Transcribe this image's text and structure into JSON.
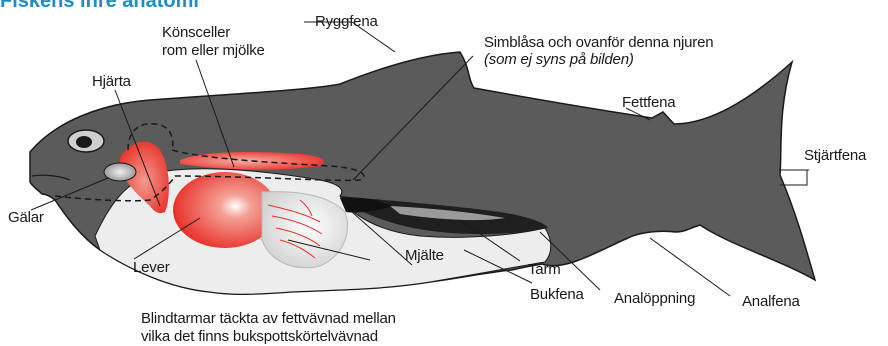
{
  "title": "Fiskens inre anatomi",
  "labels": {
    "ryggfena": "Ryggfena",
    "konsceller_1": "Könsceller",
    "konsceller_2": "rom eller mjölke",
    "simblasa_1": "Simblåsa och ovanför denna njuren",
    "simblasa_2": "(som ej syns på bilden)",
    "hjarta": "Hjärta",
    "fettfena": "Fettfena",
    "stjartfena": "Stjärtfena",
    "galar": "Gälar",
    "lever": "Lever",
    "mjalte": "Mjälte",
    "tarm": "Tarm",
    "bukfena": "Bukfena",
    "analoppning": "Analöppning",
    "analfena": "Analfena",
    "blindtarmar_1": "Blindtarmar täckta av fettvävnad mellan",
    "blindtarmar_2": "vilka det finns bukspottskörtelvävnad"
  },
  "colors": {
    "title": "#1e8ec9",
    "body_dark": "#5b5b5b",
    "belly_light": "#ededed",
    "organ_red": "#e8322a",
    "line": "#1a1a1a"
  }
}
